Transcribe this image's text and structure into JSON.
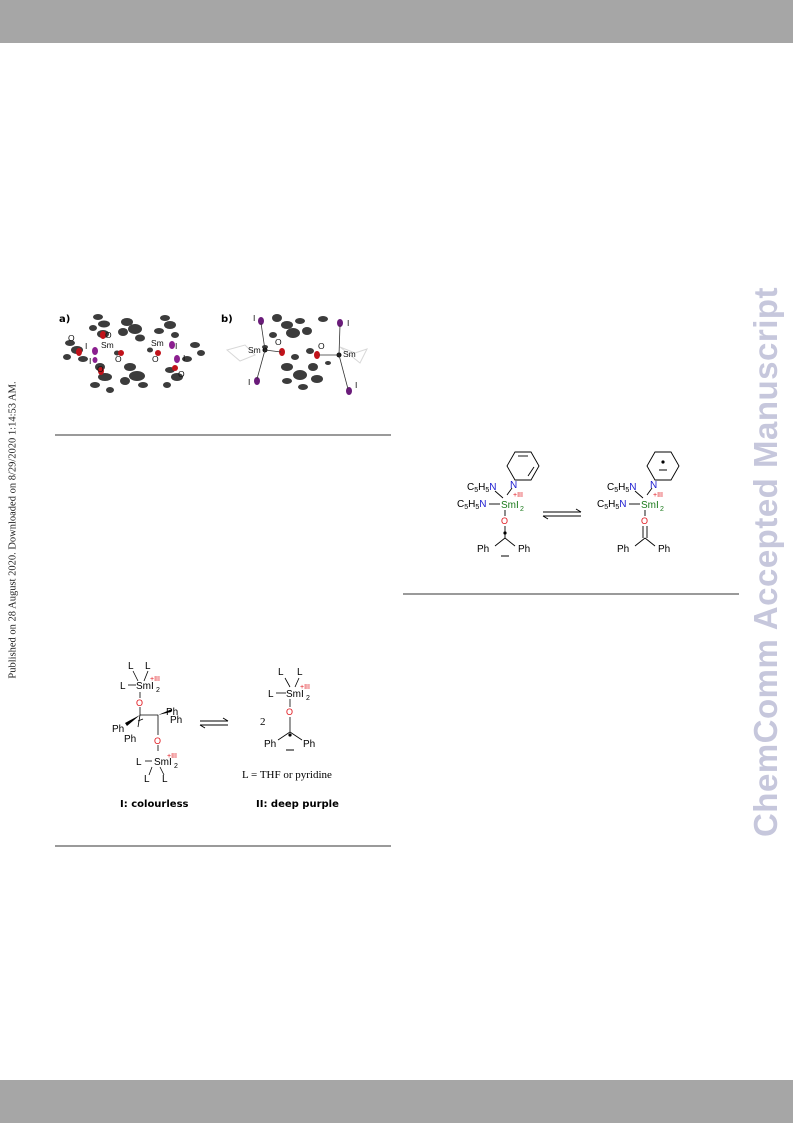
{
  "header_bar_color": "#a6a6a6",
  "side_text": "Published on 28 August 2020. Downloaded on 8/29/2020 1:14:53 AM.",
  "watermark": "ChemComm Accepted Manuscript",
  "watermark_color": "#c6c7dc",
  "figure_crystal": {
    "panel_a_label": "a)",
    "panel_b_label": "b)",
    "atom_labels": {
      "sm": "Sm",
      "i": "I",
      "o": "O"
    }
  },
  "scheme_equilibrium": {
    "ligand_L": "L",
    "sm_center": "SmI",
    "subscript_2": "2",
    "oxidation_state": "+III",
    "oxygen": "O",
    "phenyl": "Ph",
    "coefficient": "2",
    "ligand_definition": "L = THF or pyridine",
    "label_I_numeral": "I",
    "label_I_text": ": colourless",
    "label_II_numeral": "II",
    "label_II_text": ": deep purple",
    "oxidation_color": "#e0141b"
  },
  "scheme_pyridine": {
    "nitrogen": "N",
    "pyridine_ligand_c": "C",
    "pyridine_ligand_sub5": "5",
    "pyridine_ligand_h": "H",
    "sm_center": "SmI",
    "subscript_2": "2",
    "oxidation_state": "+III",
    "oxygen": "O",
    "phenyl": "Ph"
  }
}
